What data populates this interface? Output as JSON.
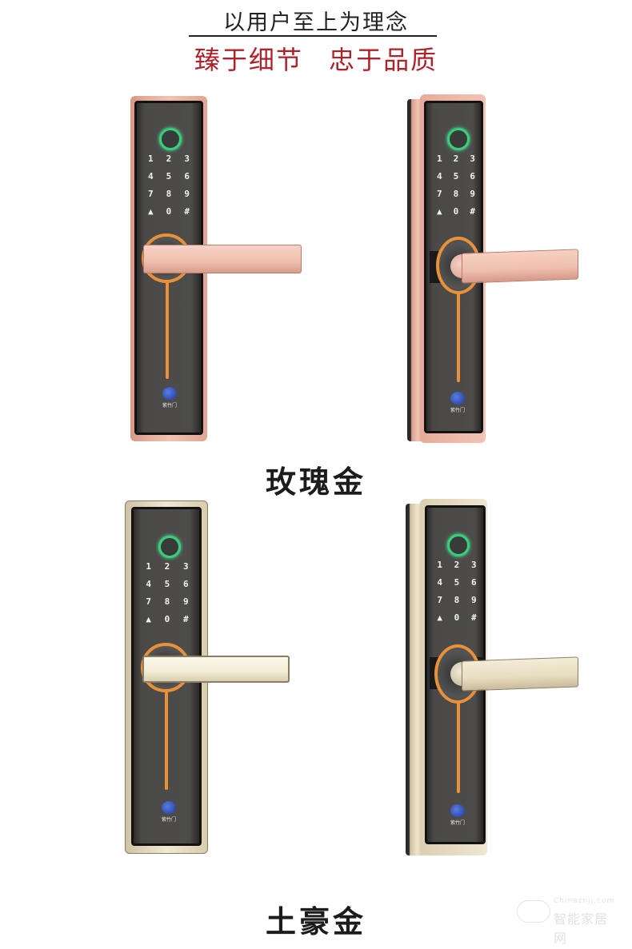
{
  "header": {
    "slogan_top": "以用户至上为理念",
    "slogan_main_left": "臻于细节",
    "slogan_main_right": "忠于品质",
    "slogan_color": "#b0222a"
  },
  "variants": [
    {
      "label": "玫瑰金",
      "frame_color": "#e7ad9c",
      "handle_color": "#f3c6b8",
      "views": [
        "front",
        "angled"
      ]
    },
    {
      "label": "土豪金",
      "frame_color": "#e8dcc0",
      "handle_color": "#f4ecd8",
      "views": [
        "front",
        "angled"
      ]
    }
  ],
  "keypad": {
    "keys": [
      "1",
      "2",
      "3",
      "4",
      "5",
      "6",
      "7",
      "8",
      "9",
      "▲",
      "0",
      "#"
    ]
  },
  "accents": {
    "fingerprint_ring": "#36d07a",
    "handle_ring": "#e8913a"
  },
  "brand_logo_text": "紫竹门",
  "watermark": {
    "en": "Chinaznjj.com",
    "cn": "智能家居网"
  }
}
